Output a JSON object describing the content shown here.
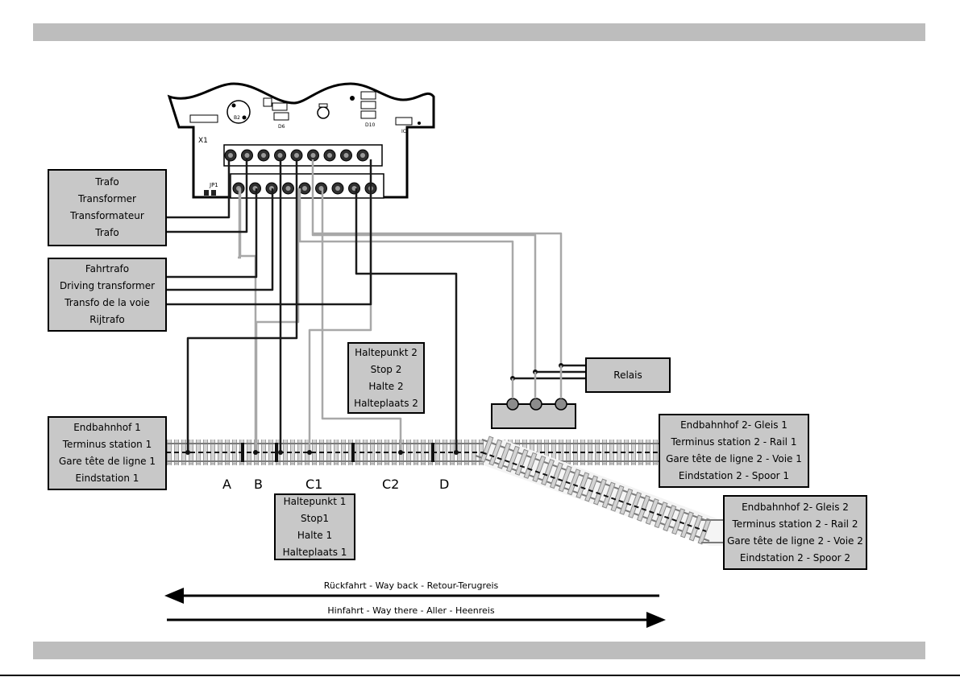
{
  "boxes": {
    "trafo": [
      "Trafo",
      "Transformer",
      "Transformateur",
      "Trafo"
    ],
    "fahrtrafo": [
      "Fahrtrafo",
      "Driving transformer",
      "Transfo de la voie",
      "Rijtrafo"
    ],
    "endbahnhof1": [
      "Endbahnhof 1",
      "Terminus station 1",
      "Gare tête de ligne 1",
      "Eindstation 1"
    ],
    "haltepunkt2": [
      "Haltepunkt 2",
      "Stop 2",
      "Halte 2",
      "Halteplaats 2"
    ],
    "haltepunkt1": [
      "Haltepunkt 1",
      "Stop1",
      "Halte 1",
      "Halteplaats 1"
    ],
    "relais": "Relais",
    "endbahnhof2_gleis1": [
      "Endbahnhof 2- Gleis 1",
      "Terminus station 2 - Rail 1",
      "Gare tête de ligne 2 - Voie 1",
      "Eindstation 2 - Spoor 1"
    ],
    "endbahnhof2_gleis2": [
      "Endbahnhof 2- Gleis 2",
      "Terminus station 2 - Rail 2",
      "Gare tête de ligne 2 - Voie 2",
      "Eindstation 2 - Spoor 2"
    ]
  },
  "point_labels": {
    "a": "A",
    "b": "B",
    "c1": "C1",
    "c2": "C2",
    "d": "D"
  },
  "arrows": {
    "back": "Rückfahrt - Way back - Retour-Terugreis",
    "there": "Hinfahrt - Way there - Aller - Heenreis"
  },
  "pcb": {
    "connector": "X1",
    "jumper": "JP1",
    "parts": [
      "B2",
      "D6",
      "D10",
      "IC"
    ]
  },
  "colors": {
    "box": "#c8c8c8",
    "wire_dark": "#1a1a1a",
    "wire_light": "#a8a8a8",
    "bar": "#bdbdbd"
  }
}
